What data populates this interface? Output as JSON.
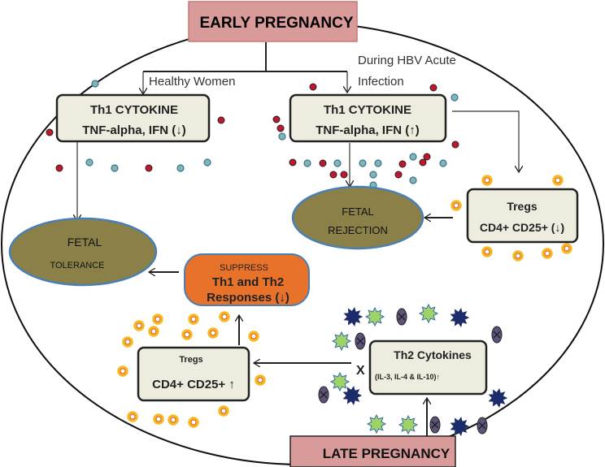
{
  "title_top": "EARLY  PREGNANCY",
  "title_bottom": "LATE PREGNANCY",
  "branch_healthy": "Healthy Women",
  "branch_hbv": [
    "During HBV Acute",
    "Infection"
  ],
  "th1_healthy": {
    "title": "Th1 CYTOKINE",
    "detail": "TNF-alpha, IFN  (↓)"
  },
  "th1_hbv": {
    "title": "Th1 CYTOKINE",
    "detail": "TNF-alpha, IFN  (↑)"
  },
  "fetal_tolerance": {
    "line1": "FETAL",
    "line2": "TOLERANCE"
  },
  "fetal_rejection": {
    "line1": "FETAL",
    "line2": "REJECTION"
  },
  "tregs_down": {
    "title": "Tregs",
    "detail": "CD4+ CD25+ (↓)"
  },
  "suppress": {
    "line1": "SUPPRESS",
    "line2": "Th1 and Th2",
    "line3": "Responses (↓)"
  },
  "tregs_up": {
    "title": "Tregs",
    "detail": "CD4+ CD25+ ↑"
  },
  "th2": {
    "title": "Th2 Cytokines",
    "detail": "(IL-3, IL-4 & IL-10)↑"
  },
  "block_mark": "X",
  "colors": {
    "pink_box": "#d99a9a",
    "olive": "#8b8148",
    "orange": "#e8722a",
    "red_dot": "#c0172f",
    "teal_dot": "#7fb8a8"
  }
}
